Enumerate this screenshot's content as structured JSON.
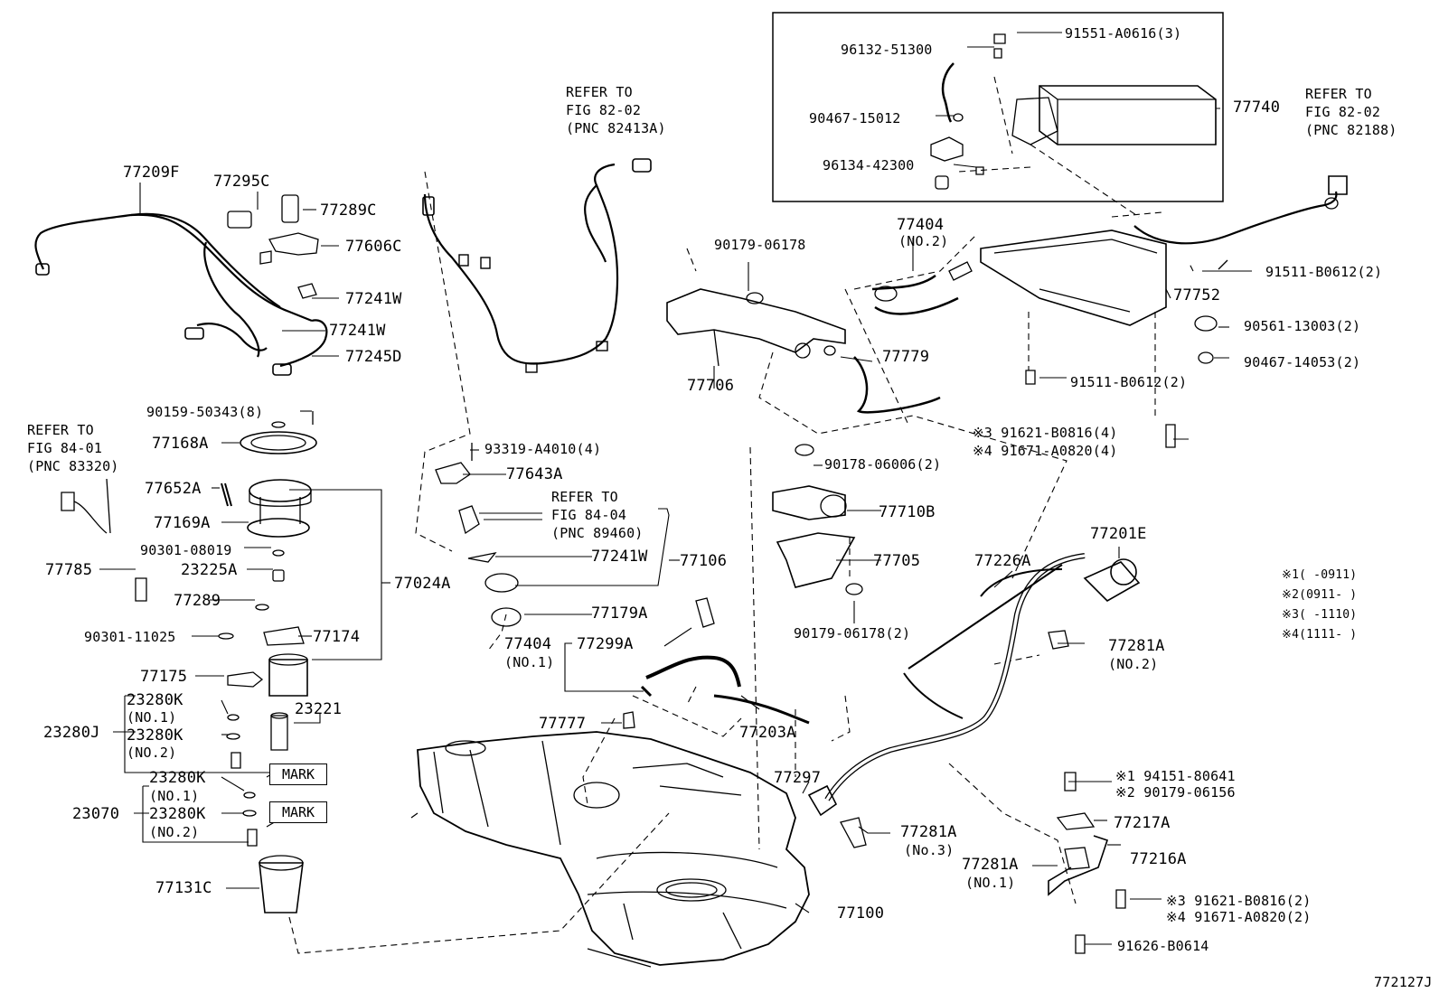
{
  "parts": {
    "p77209F": "77209F",
    "p77295C": "77295C",
    "p77289C": "77289C",
    "p77606C": "77606C",
    "p77241W_a": "77241W",
    "p77241W_b": "77241W",
    "p77245D": "77245D",
    "p90159": "90159-50343(8)",
    "p77168A": "77168A",
    "p77652A": "77652A",
    "p77169A": "77169A",
    "p90301_08019": "90301-08019",
    "p77785": "77785",
    "p23225A": "23225A",
    "p77289": "77289",
    "p90301_11025": "90301-11025",
    "p77174": "77174",
    "p77175": "77175",
    "p77024A": "77024A",
    "p23280K_1": "23280K",
    "p23280K_2": "23280K",
    "p23280K_3": "23280K",
    "p23280K_4": "23280K",
    "p23280J": "23280J",
    "p23221": "23221",
    "p23070": "23070",
    "p77131C": "77131C",
    "p93319": "93319-A4010(4)",
    "p77643A": "77643A",
    "p77241W_c": "77241W",
    "p77106": "77106",
    "p77179A": "77179A",
    "p77404_1": "77404",
    "p77299A": "77299A",
    "p77777": "77777",
    "p77203A": "77203A",
    "p77297": "77297",
    "p77100": "77100",
    "p77281A_3": "77281A",
    "p90179_06178_a": "90179-06178",
    "p77706": "77706",
    "p77404_2": "77404",
    "p77779": "77779",
    "p90178": "90178-06006(2)",
    "p77710B": "77710B",
    "p77705": "77705",
    "p90179_06178_b": "90179-06178(2)",
    "p77226A": "77226A",
    "p77201E": "77201E",
    "p77281A_2": "77281A",
    "p96132": "96132-51300",
    "p91551": "91551-A0616(3)",
    "p90467_15012": "90467-15012",
    "p96134": "96134-42300",
    "p77740": "77740",
    "p91511_a": "91511-B0612(2)",
    "p77752": "77752",
    "p90561": "90561-13003(2)",
    "p90467_14053": "90467-14053(2)",
    "p91511_b": "91511-B0612(2)",
    "p91621_top": "※3 91621-B0816(4)",
    "p91671_top": "※4 91671-A0820(4)",
    "p94151": "※1 94151-80641",
    "p90179_06156": "※2 90179-06156",
    "p77217A": "77217A",
    "p77281A_1": "77281A",
    "p77216A": "77216A",
    "p91621_bot": "※3 91621-B0816(2)",
    "p91671_bot": "※4 91671-A0820(2)",
    "p91626": "91626-B0614"
  },
  "subs": {
    "no2_77404": "(NO.2)",
    "no1_77404": "(NO.1)",
    "no2_77281A": "(NO.2)",
    "no3_77281A": "(No.3)",
    "no1_77281A": "(NO.1)",
    "no1_23280K_a": "(NO.1)",
    "no2_23280K_a": "(NO.2)",
    "no1_23280K_b": "(NO.1)",
    "no2_23280K_b": "(NO.2)"
  },
  "refs": {
    "ref1": [
      "REFER TO",
      "FIG 82-02",
      "(PNC 82413A)"
    ],
    "ref2": [
      "REFER TO",
      "FIG 82-02",
      "(PNC 82188)"
    ],
    "ref3": [
      "REFER TO",
      "FIG 84-01",
      "(PNC 83320)"
    ],
    "ref4": [
      "REFER TO",
      "FIG 84-04",
      "(PNC 89460)"
    ]
  },
  "marks": {
    "mark1": "MARK",
    "mark2": "MARK"
  },
  "notes": [
    "※1(   -0911)",
    "※2(0911-   )",
    "※3(   -1110)",
    "※4(1111-   )"
  ],
  "figure_id": "772127J"
}
